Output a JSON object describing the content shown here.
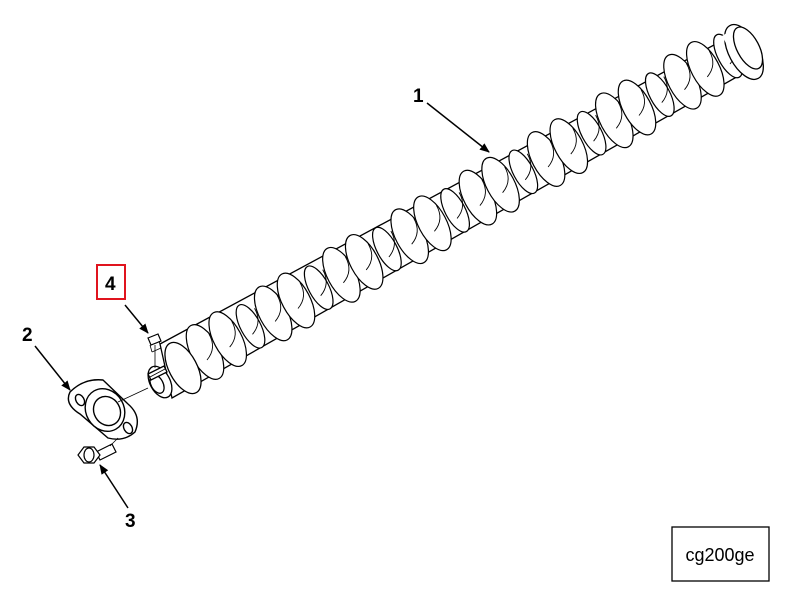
{
  "colors": {
    "line": "#000000",
    "highlight": "#e0141e",
    "background": "#ffffff"
  },
  "callouts": {
    "camshaft": "1",
    "thrust_plate": "2",
    "bolt": "3",
    "key": "4"
  },
  "reference_code": "cg200ge"
}
